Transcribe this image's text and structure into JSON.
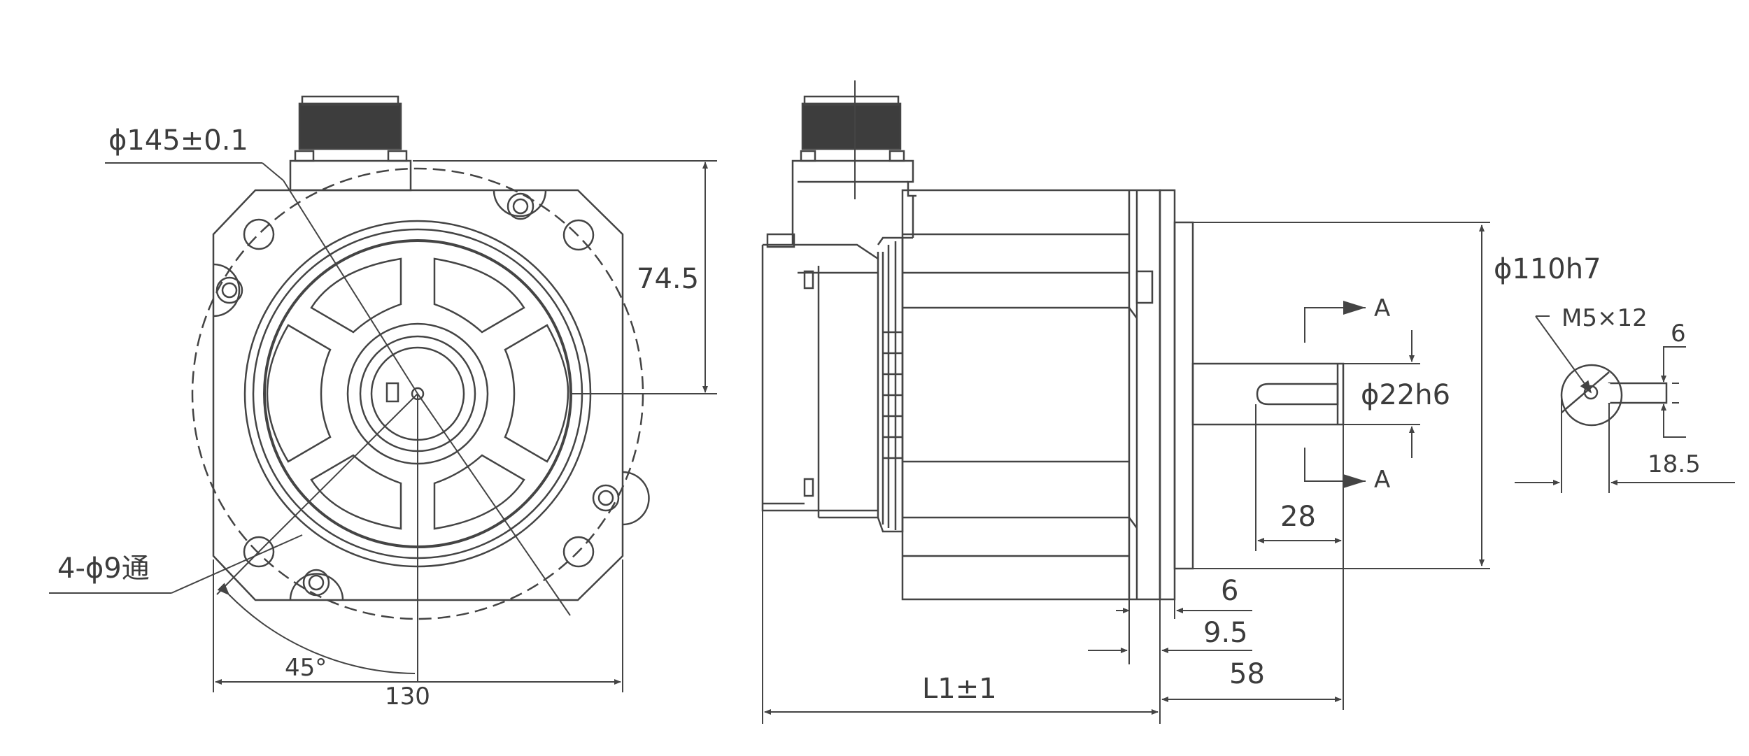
{
  "colors": {
    "line": "#444444",
    "dark_fill": "#3d3d3d",
    "text": "#3c3c3c",
    "background": "#ffffff"
  },
  "labels": {
    "flange_pcd": "ϕ145±0.1",
    "height_to_center": "74.5",
    "mount_holes": "4-ϕ9通",
    "angle": "45°",
    "flange_width": "130",
    "pilot_dia": "ϕ110h7",
    "shaft_dia": "ϕ22h6",
    "section_mark_top": "A",
    "section_mark_bottom": "A",
    "key_length": "28",
    "pilot_depth": "6",
    "flange_thickness": "9.5",
    "shaft_length": "58",
    "body_length": "L1±1",
    "tapped_hole": "M5×12",
    "key_width": "6",
    "key_height": "18.5"
  }
}
